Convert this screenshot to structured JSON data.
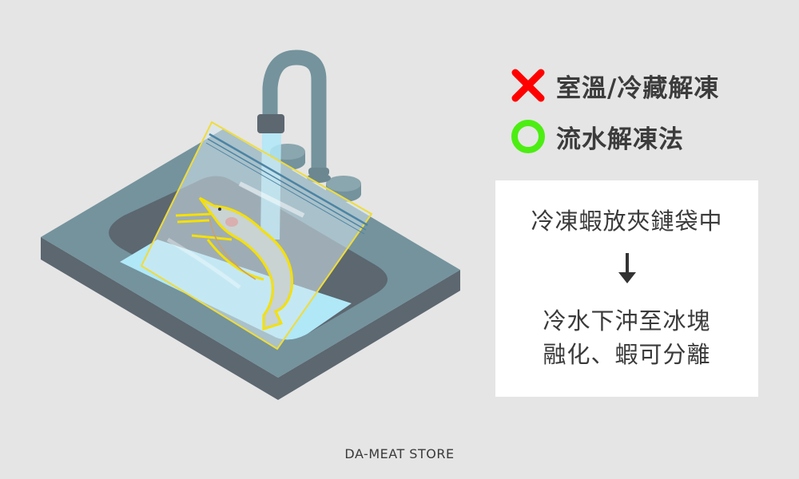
{
  "legend": {
    "bad": {
      "icon": "cross-icon",
      "label": "室溫/冷藏解凍",
      "color": "#ff0000"
    },
    "good": {
      "icon": "circle-icon",
      "label": "流水解凍法",
      "color": "#4cee12"
    }
  },
  "panel": {
    "step1": "冷凍蝦放夾鏈袋中",
    "arrow_icon": "arrow-down-icon",
    "step2_lines": [
      "冷水下沖至冰塊",
      "融化、蝦可分離"
    ]
  },
  "illustration": {
    "subject": "frozen shrimp in zip bag under running tap water in sink",
    "colors": {
      "sink_top": "#74939d",
      "sink_side": "#5c6770",
      "basin": "#5c6770",
      "water": "#b0e8f8",
      "faucet": "#74939d",
      "nozzle": "#5c6770",
      "outline": "#f5e000"
    }
  },
  "footer": {
    "brand": "DA-MEAT STORE"
  }
}
